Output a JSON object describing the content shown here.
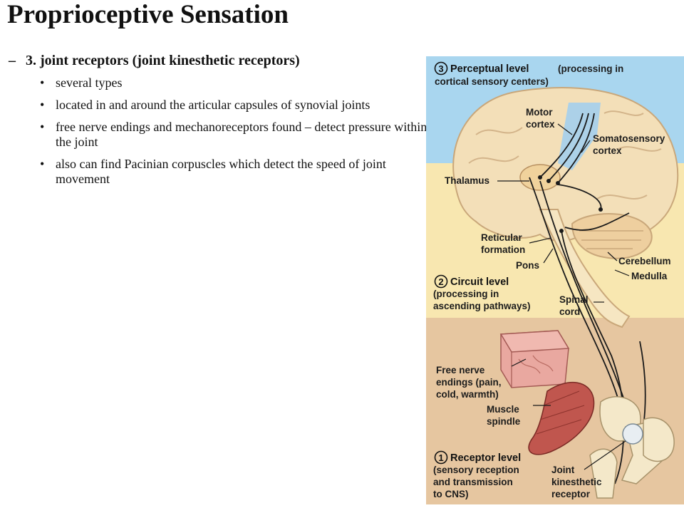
{
  "slide": {
    "title": "Proprioceptive Sensation",
    "subheading_marker": "–",
    "subheading": "3. joint receptors (joint kinesthetic receptors)",
    "bullet_marker": "•",
    "bullets": [
      "several types",
      "located in and around the articular capsules of synovial joints",
      "free nerve endings and mechanoreceptors found – detect pressure within the joint",
      "also can find Pacinian corpuscles which detect the speed of joint movement"
    ]
  },
  "figure": {
    "levels": {
      "perceptual": {
        "number": "3",
        "title": "Perceptual level",
        "desc_line1": "(processing in",
        "desc_line2": "cortical sensory centers)"
      },
      "circuit": {
        "number": "2",
        "title": "Circuit level",
        "desc_line1": "(processing in",
        "desc_line2": "ascending pathways)"
      },
      "receptor": {
        "number": "1",
        "title": "Receptor level",
        "desc_line1": "(sensory reception",
        "desc_line2": "and transmission",
        "desc_line3": "to CNS)"
      }
    },
    "labels": {
      "motor_cortex_1": "Motor",
      "motor_cortex_2": "cortex",
      "somatosensory_1": "Somatosensory",
      "somatosensory_2": "cortex",
      "thalamus": "Thalamus",
      "reticular_1": "Reticular",
      "reticular_2": "formation",
      "pons": "Pons",
      "cerebellum": "Cerebellum",
      "medulla": "Medulla",
      "spinal_1": "Spinal",
      "spinal_2": "cord",
      "free_nerve_1": "Free nerve",
      "free_nerve_2": "endings (pain,",
      "free_nerve_3": "cold, warmth)",
      "muscle_1": "Muscle",
      "muscle_2": "spindle",
      "joint_1": "Joint",
      "joint_2": "kinesthetic",
      "joint_3": "receptor"
    },
    "colors": {
      "perceptual_band": "#a9d6ef",
      "circuit_band": "#f8e7b0",
      "receptor_band": "#e6c6a0",
      "brain": "#f3dfb8"
    }
  }
}
